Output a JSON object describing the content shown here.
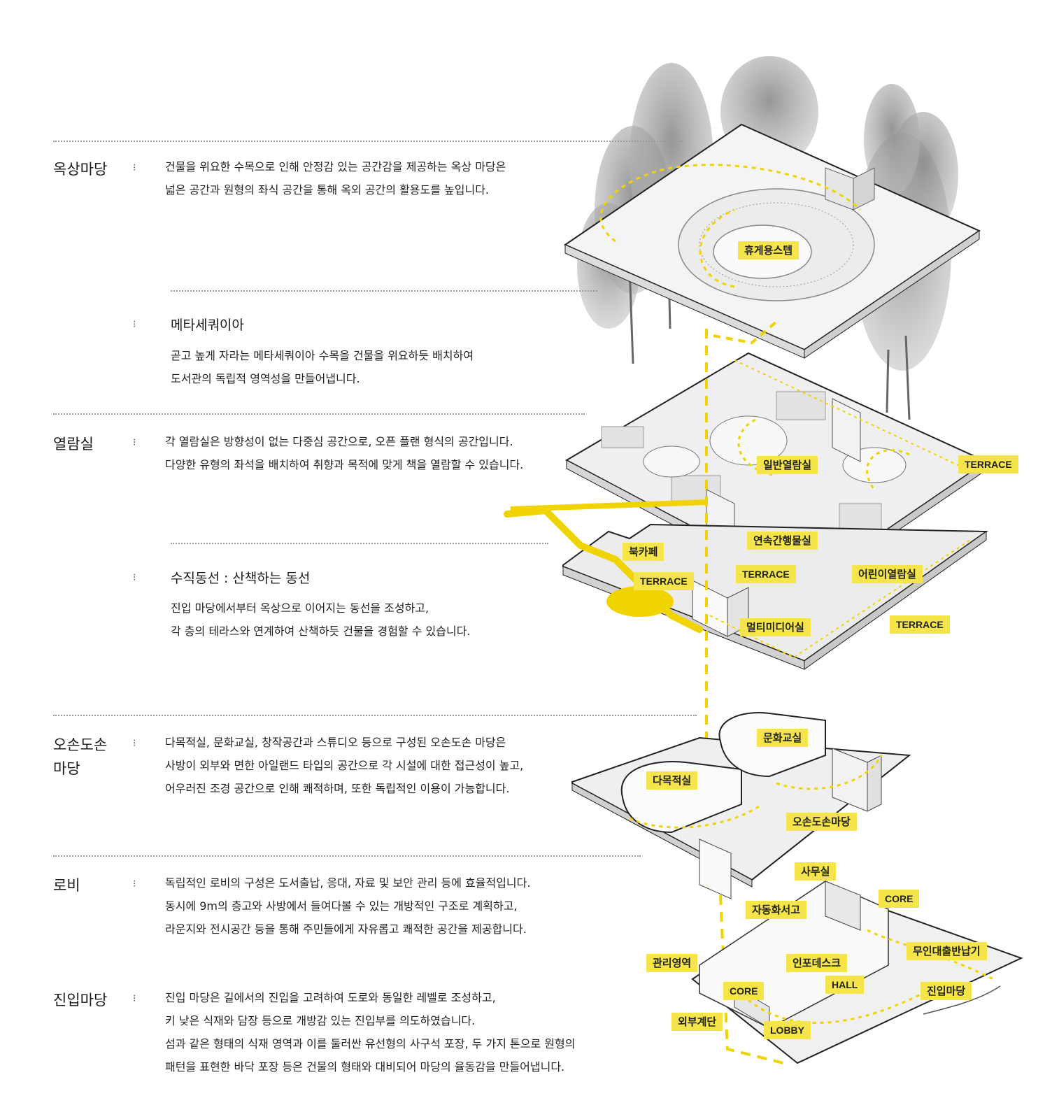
{
  "sections": [
    {
      "heading": "옥상마당",
      "bullet": "⁝",
      "lines": [
        "건물을 위요한 수목으로 인해 안정감 있는 공간감을 제공하는 옥상 마당은",
        "넓은 공간과 원형의 좌식 공간을 통해 옥외 공간의 활용도를 높입니다."
      ]
    },
    {
      "subheading": "메타세쿼이아",
      "bullet": "⁝",
      "lines": [
        "곧고 높게 자라는 메타세쿼이아 수목을 건물을 위요하듯 배치하여",
        "도서관의 독립적 영역성을  만들어냅니다."
      ]
    },
    {
      "heading": "열람실",
      "bullet": "⁝",
      "lines": [
        "각 열람실은 방향성이 없는 다중심 공간으로, 오픈 플랜 형식의 공간입니다.",
        "다양한 유형의 좌석을 배치하여 취향과 목적에 맞게 책을 열람할 수 있습니다."
      ]
    },
    {
      "subheading": "수직동선 : 산책하는 동선",
      "bullet": "⁝",
      "lines": [
        "진입 마당에서부터 옥상으로 이어지는 동선을 조성하고,",
        "각 층의 테라스와 연계하여 산책하듯 건물을 경험할 수 있습니다."
      ]
    },
    {
      "heading": "오손도손\n마당",
      "heading1": "오손도손",
      "heading2": "마당",
      "bullet": "⁝",
      "lines": [
        "다목적실, 문화교실, 창작공간과 스튜디오 등으로 구성된 오손도손 마당은",
        "사방이 외부와 면한 아일랜드 타입의 공간으로 각 시설에 대한 접근성이 높고,",
        "어우러진 조경 공간으로 인해 쾌적하며, 또한 독립적인 이용이 가능합니다."
      ]
    },
    {
      "heading": "로비",
      "bullet": "⁝",
      "lines": [
        "독립적인 로비의 구성은 도서출납, 응대, 자료 및 보안 관리 등에 효율적입니다.",
        "동시에 9m의 층고와 사방에서 들여다볼 수 있는 개방적인 구조로 계획하고,",
        "라운지와 전시공간 등을 통해 주민들에게 자유롭고 쾌적한 공간을 제공합니다."
      ]
    },
    {
      "heading": "진입마당",
      "bullet": "⁝",
      "lines": [
        "진입 마당은 길에서의 진입을 고려하여 도로와 동일한 레벨로 조성하고,",
        "키 낮은 식재와 담장 등으로 개방감 있는 진입부를 의도하였습니다.",
        "섬과 같은 형태의 식재 영역과 이를 둘러싼 유선형의 사구석 포장, 두 가지 톤으로 원형의",
        "패턴을 표현한 바닥 포장 등은 건물의 형태와 대비되어 마당의 율동감을 만들어냅니다."
      ]
    }
  ],
  "labels": {
    "rest_step": "휴게용스텝",
    "general_reading": "일반열람실",
    "terrace": "TERRACE",
    "serial_room": "연속간행물실",
    "book_cafe": "북카페",
    "kids_reading": "어린이열람실",
    "multimedia": "멀티미디어실",
    "culture_class": "문화교실",
    "multipurpose": "다목적실",
    "osondoson": "오손도손마당",
    "office": "사무실",
    "core": "CORE",
    "auto_library": "자동화서고",
    "unmanned_return": "무인대출반납기",
    "management": "관리영역",
    "info_desk": "인포데스크",
    "hall": "HALL",
    "entry_yard": "진입마당",
    "ext_stairs": "외부계단",
    "lobby": "LOBBY"
  },
  "colors": {
    "accent": "#f5e54a",
    "path": "#f0d400"
  }
}
